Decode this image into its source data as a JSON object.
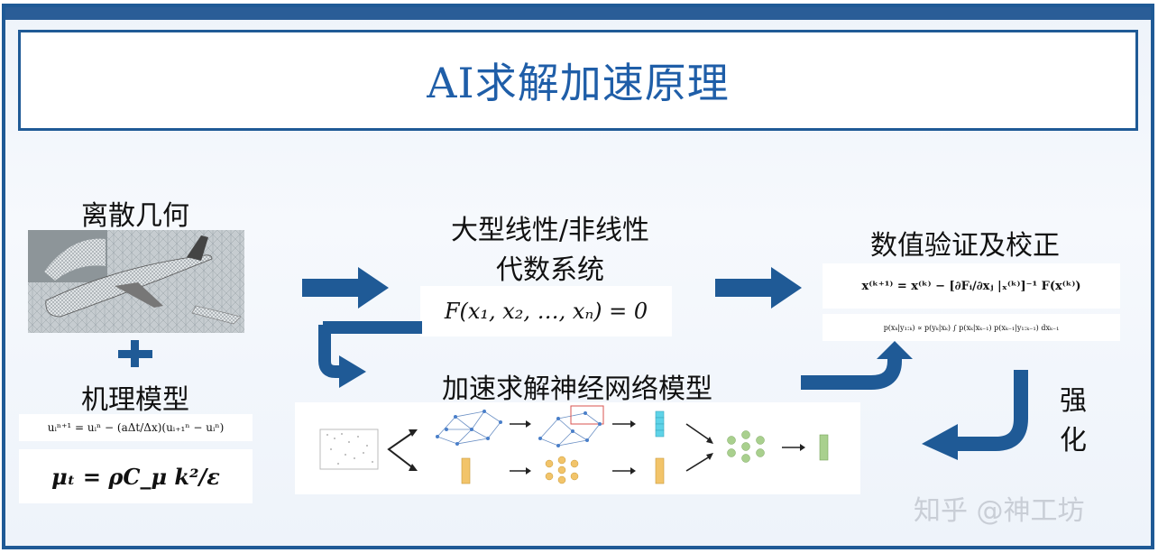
{
  "title": "AI求解加速原理",
  "geometry": {
    "label": "离散几何"
  },
  "mechanism": {
    "label": "机理模型",
    "eq1": "uᵢⁿ⁺¹ = uᵢⁿ − (aΔt/Δx)(uᵢ₊₁ⁿ − uᵢⁿ)",
    "eq2": "μₜ = ρC_μ k²/ε"
  },
  "system": {
    "label_line1": "大型线性/非线性",
    "label_line2": "代数系统",
    "equation": "F(x₁, x₂, …, xₙ) = 0"
  },
  "validation": {
    "label": "数值验证及校正",
    "eq1": "x⁽ᵏ⁺¹⁾ = x⁽ᵏ⁾ − [∂Fᵢ/∂xⱼ |ₓ⁽ᵏ⁾]⁻¹ F(x⁽ᵏ⁾)",
    "eq2": "p(xₖ|y₁:ₖ) ∝ p(yₖ|xₖ) ∫ p(xₖ|xₖ₋₁) p(xₖ₋₁|y₁:ₖ₋₁) dxₖ₋₁"
  },
  "nn": {
    "label": "加速求解神经网络模型"
  },
  "feedback": {
    "line1": "强",
    "line2": "化"
  },
  "watermark": "知乎 @神工坊",
  "colors": {
    "accent": "#1f5a96",
    "title": "#1f5ea8",
    "cyan": "#5fd3e8",
    "orange": "#f2c46a",
    "green": "#a9d08e"
  }
}
